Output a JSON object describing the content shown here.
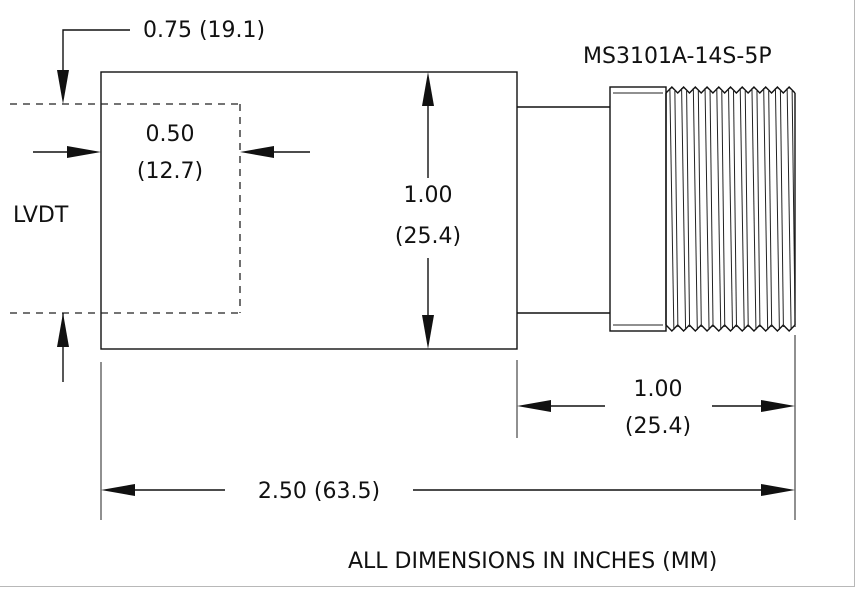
{
  "dims": {
    "top_width": "0.75 (19.1)",
    "cutout_width_in": "0.50",
    "cutout_width_mm": "(12.7)",
    "height_in": "1.00",
    "height_mm": "(25.4)",
    "connector_len_in": "1.00",
    "connector_len_mm": "(25.4)",
    "overall_len": "2.50 (63.5)"
  },
  "labels": {
    "lvdt": "LVDT",
    "connector": "MS3101A-14S-5P",
    "note": "ALL DIMENSIONS IN INCHES (MM)"
  },
  "colors": {
    "line": "#111111",
    "background": "#ffffff"
  }
}
